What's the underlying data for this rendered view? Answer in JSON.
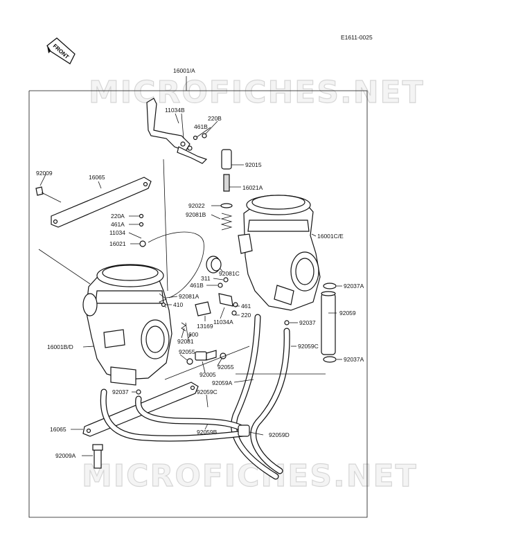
{
  "header": {
    "diagram_code": "E1611-0025",
    "front_label": "FRONT"
  },
  "watermark": {
    "text": "MICROFICHES.NET"
  },
  "assembly_label": "16001/A",
  "parts": [
    {
      "id": "p-11034b",
      "text": "11034B"
    },
    {
      "id": "p-220b",
      "text": "220B"
    },
    {
      "id": "p-461b-t",
      "text": "461B"
    },
    {
      "id": "p-92015",
      "text": "92015"
    },
    {
      "id": "p-92009",
      "text": "92009"
    },
    {
      "id": "p-16065-t",
      "text": "16065"
    },
    {
      "id": "p-16021a",
      "text": "16021A"
    },
    {
      "id": "p-92022",
      "text": "92022"
    },
    {
      "id": "p-92081b",
      "text": "92081B"
    },
    {
      "id": "p-220a",
      "text": "220A"
    },
    {
      "id": "p-461a",
      "text": "461A"
    },
    {
      "id": "p-11034",
      "text": "11034"
    },
    {
      "id": "p-16021",
      "text": "16021"
    },
    {
      "id": "p-16001ce",
      "text": "16001C/E"
    },
    {
      "id": "p-92081c",
      "text": "92081C"
    },
    {
      "id": "p-311",
      "text": "311"
    },
    {
      "id": "p-461b-m",
      "text": "461B"
    },
    {
      "id": "p-92081a",
      "text": "92081A"
    },
    {
      "id": "p-410",
      "text": "410"
    },
    {
      "id": "p-461",
      "text": "461"
    },
    {
      "id": "p-220",
      "text": "220"
    },
    {
      "id": "p-13169",
      "text": "13169"
    },
    {
      "id": "p-11034a",
      "text": "11034A"
    },
    {
      "id": "p-600",
      "text": "600"
    },
    {
      "id": "p-92081",
      "text": "92081"
    },
    {
      "id": "p-92037a-t",
      "text": "92037A"
    },
    {
      "id": "p-92059",
      "text": "92059"
    },
    {
      "id": "p-92037-r",
      "text": "92037"
    },
    {
      "id": "p-16001bd",
      "text": "16001B/D"
    },
    {
      "id": "p-92055-l",
      "text": "92055"
    },
    {
      "id": "p-92055-r",
      "text": "92055"
    },
    {
      "id": "p-92005",
      "text": "92005"
    },
    {
      "id": "p-92059c-r",
      "text": "92059C"
    },
    {
      "id": "p-92037a-b",
      "text": "92037A"
    },
    {
      "id": "p-92059a",
      "text": "92059A"
    },
    {
      "id": "p-92037-l",
      "text": "92037"
    },
    {
      "id": "p-92059c-l",
      "text": "92059C"
    },
    {
      "id": "p-16065-b",
      "text": "16065"
    },
    {
      "id": "p-92059b",
      "text": "92059B"
    },
    {
      "id": "p-92059d",
      "text": "92059D"
    },
    {
      "id": "p-92009a",
      "text": "92009A"
    }
  ]
}
